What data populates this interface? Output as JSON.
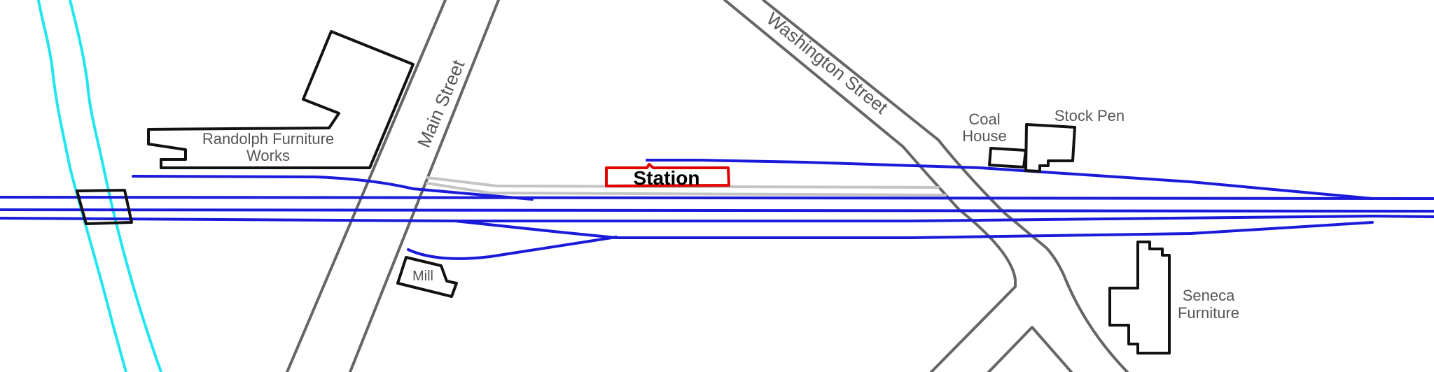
{
  "map": {
    "streets": {
      "main": "Main Street",
      "washington": "Washington Street"
    },
    "buildings": {
      "randolph_line1": "Randolph Furniture",
      "randolph_line2": "Works",
      "coal_line1": "Coal",
      "coal_line2": "House",
      "stock_pen": "Stock Pen",
      "mill": "Mill",
      "seneca_line1": "Seneca",
      "seneca_line2": "Furniture"
    },
    "station": "Station"
  },
  "colors": {
    "track": "#1a1adb",
    "river": "#22e6ee",
    "station_outline": "#e00000",
    "road": "#666666",
    "building": "#111111"
  }
}
